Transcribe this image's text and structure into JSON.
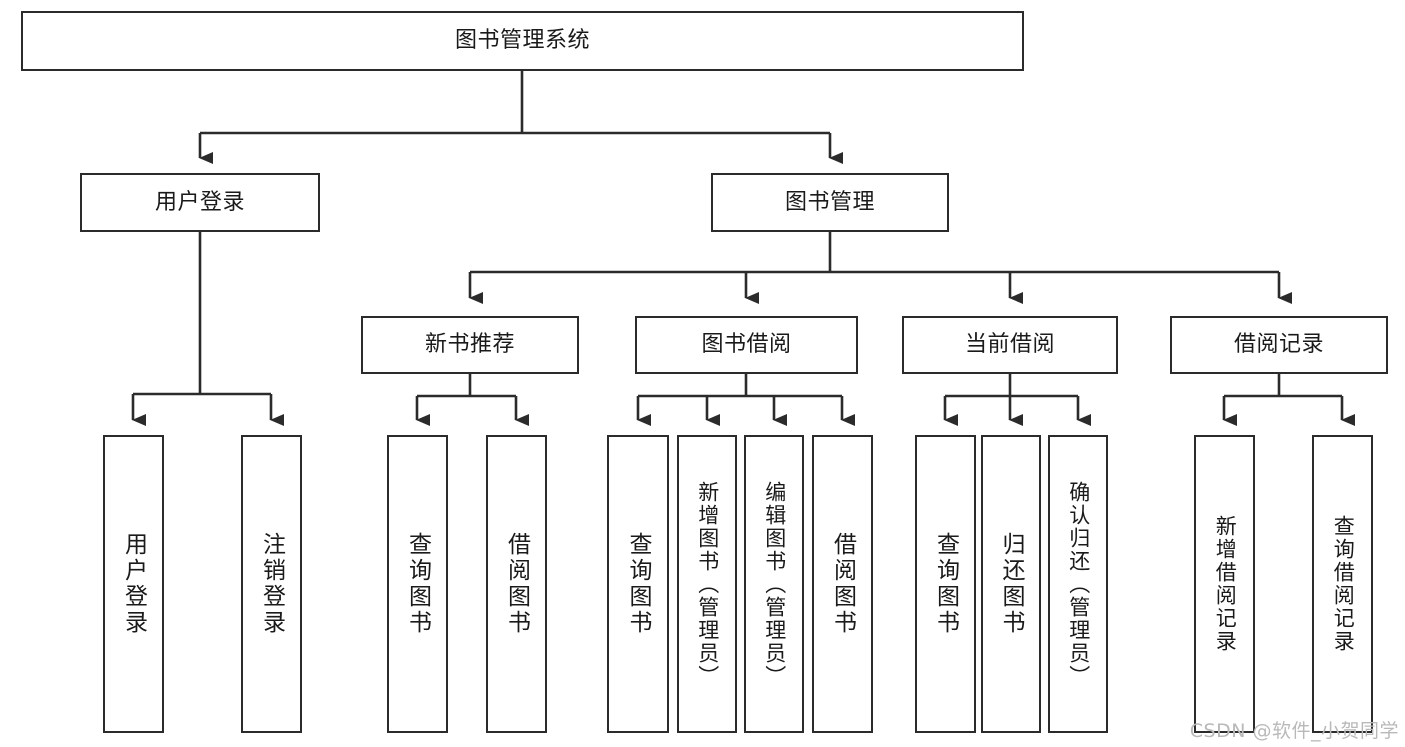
{
  "diagram": {
    "title": "图书管理系统",
    "watermark": "CSDN @软件_小贺同学",
    "stroke_color": "#2b2b2b",
    "text_color": "#1a1a1a",
    "background_color": "#ffffff",
    "watermark_color": "#b9b9b9"
  },
  "chart_data": {
    "type": "diagram",
    "title": "图书管理系统",
    "orientation": "top-down tree",
    "levels": 4
  },
  "nodes": {
    "root": {
      "label": "图书管理系统"
    },
    "level2": [
      {
        "label": "用户登录"
      },
      {
        "label": "图书管理"
      }
    ],
    "level3": [
      {
        "label": "新书推荐"
      },
      {
        "label": "图书借阅"
      },
      {
        "label": "当前借阅"
      },
      {
        "label": "借阅记录"
      }
    ],
    "login_children": [
      {
        "label": "用户登录"
      },
      {
        "label": "注销登录"
      }
    ],
    "newbook_children": [
      {
        "label": "查询图书"
      },
      {
        "label": "借阅图书"
      }
    ],
    "borrow_children": [
      {
        "label": "查询图书"
      },
      {
        "label": "新增图书（管理员）"
      },
      {
        "label": "编辑图书（管理员）"
      },
      {
        "label": "借阅图书"
      }
    ],
    "current_children": [
      {
        "label": "查询图书"
      },
      {
        "label": "归还图书"
      },
      {
        "label": "确认归还（管理员）"
      }
    ],
    "record_children": [
      {
        "label": "新增借阅记录"
      },
      {
        "label": "查询借阅记录"
      }
    ]
  }
}
